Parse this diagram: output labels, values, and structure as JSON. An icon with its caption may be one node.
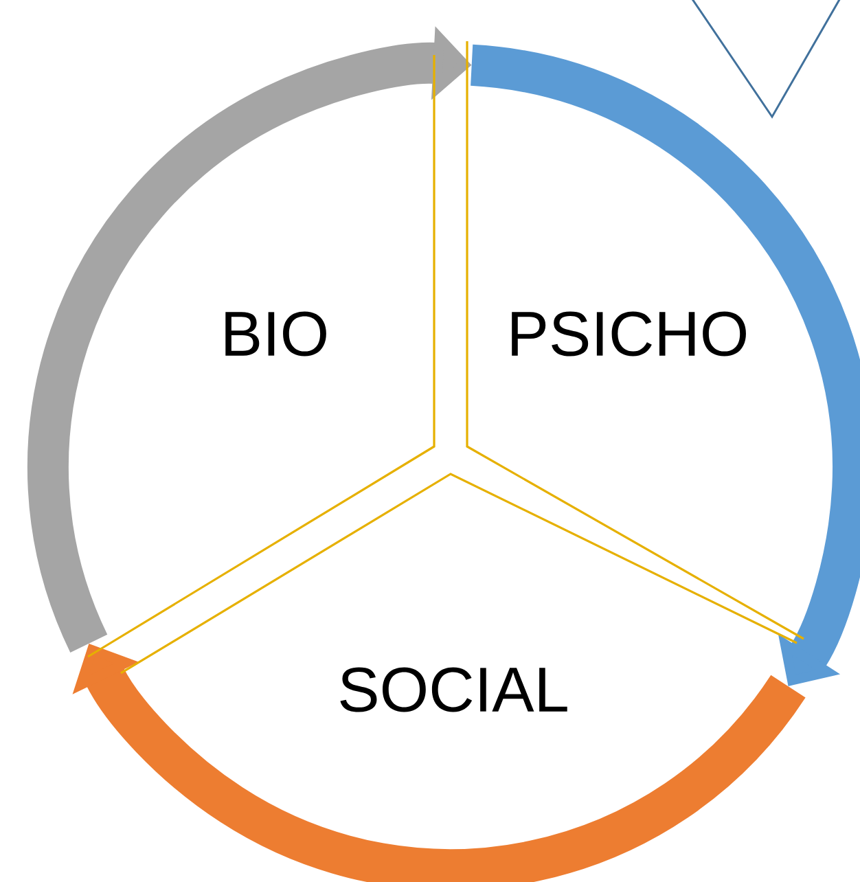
{
  "diagram": {
    "nodes": [
      {
        "text": [
          "BIO"
        ]
      },
      {
        "text": [
          "PSICHO"
        ]
      },
      {
        "text": [
          "SOCIAL"
        ]
      }
    ],
    "edges": [
      {
        "from": 0,
        "to": 1,
        "arrow": "to",
        "color": "#a5a5a5"
      },
      {
        "from": 1,
        "to": 2,
        "arrow": "to",
        "color": "#5b9bd5"
      },
      {
        "from": 2,
        "to": 0,
        "arrow": "to",
        "color": "#ed7d31"
      }
    ]
  }
}
